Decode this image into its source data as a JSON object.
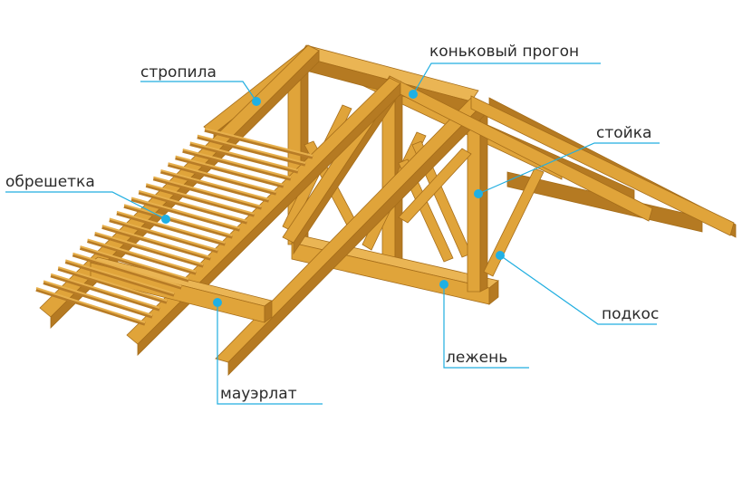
{
  "labels": {
    "rafters": "стропила",
    "ridge_purlin": "коньковый прогон",
    "battens": "обрешетка",
    "post": "стойка",
    "strut": "подкос",
    "sill_beam": "лежень",
    "wall_plate": "мауэрлат"
  },
  "colors": {
    "wood": "#e0a43a",
    "wood_shadow": "#b57a22",
    "leader_line": "#20aee0",
    "label_text": "#2b2b2b",
    "background": "#ffffff"
  }
}
